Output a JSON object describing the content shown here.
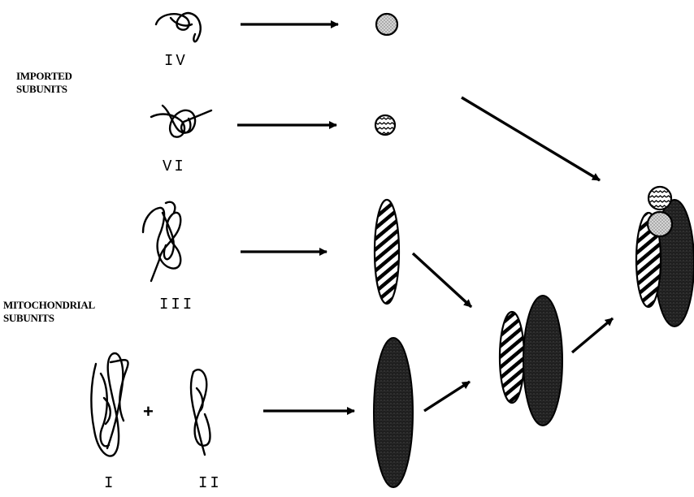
{
  "labels": {
    "imported": [
      "IMPORTED",
      "SUBUNITS"
    ],
    "mitochondrial": [
      "MITOCHONDRIAL",
      "SUBUNITS"
    ]
  },
  "subunits": {
    "iv": "IV",
    "vi": "VI",
    "iii": "III",
    "i": "I",
    "ii": "II"
  },
  "plus_sign": "+",
  "colors": {
    "ink": "#000000",
    "dotted_fill": "#c8c8c8",
    "dark_fill": "#2a2a2a"
  }
}
